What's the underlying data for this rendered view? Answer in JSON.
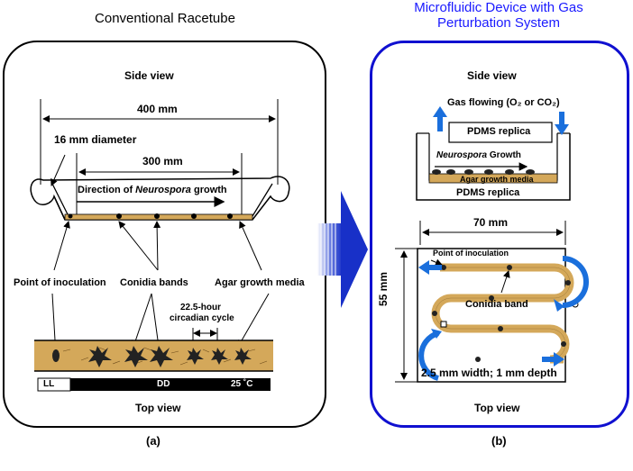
{
  "left": {
    "title": "Conventional Racetube",
    "side_view": "Side view",
    "top_view": "Top view",
    "dim_400": "400 mm",
    "dim_300": "300 mm",
    "diameter": "16 mm diameter",
    "direction_prefix": "Direction of ",
    "direction_italic": "Neurospora",
    "direction_suffix": " growth",
    "point_inoculation": "Point of inoculation",
    "conidia_bands": "Conidia bands",
    "agar_media": "Agar growth media",
    "cycle_line1": "22.5-hour",
    "cycle_line2": "circadian cycle",
    "ll": "LL",
    "dd": "DD",
    "temp": "25 ˚C",
    "caption": "(a)"
  },
  "right": {
    "title": "Microfluidic Device with Gas Perturbation System",
    "side_view": "Side view",
    "top_view": "Top view",
    "gas_flow": "Gas flowing (O₂ or CO₂)",
    "pdms_top": "PDMS replica",
    "growth_italic": "Neurospora",
    "growth_suffix": " Growth",
    "agar_media": "Agar  growth media",
    "pdms_bottom": "PDMS replica",
    "dim_70": "70 mm",
    "dim_55": "55 mm",
    "point_inoculation": "Point of inoculation",
    "conidia_band": "Conidia band",
    "channel": "2.5 mm width; 1 mm depth",
    "caption": "(b)"
  },
  "colors": {
    "agar": "#d4a85a",
    "blue_arrow": "#1a6fdc",
    "panel_blue": "#1010d0",
    "title_blue": "#1a1aff"
  }
}
